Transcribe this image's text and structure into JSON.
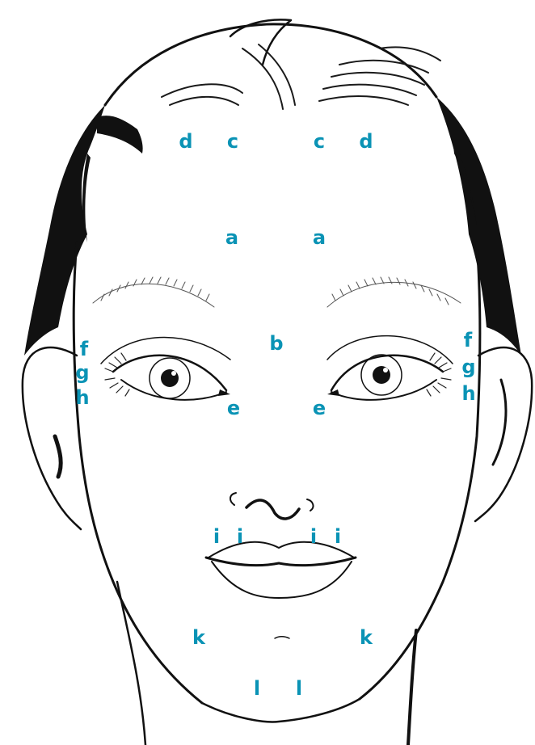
{
  "colors": {
    "label": "#0a93b5",
    "ink": "#111111",
    "background": "#ffffff"
  },
  "labels": {
    "forehead_left": "a",
    "forehead_right": "a",
    "brow_center": "b",
    "upper_forehead_left_inner": "c",
    "upper_forehead_right_inner": "c",
    "upper_forehead_left_outer": "d",
    "upper_forehead_right_outer": "d",
    "under_eye_left": "e",
    "under_eye_right": "e",
    "temple_left_top": "f",
    "temple_left_mid": "g",
    "temple_left_low": "h",
    "temple_right_top": "f",
    "temple_right_mid": "g",
    "temple_right_low": "h",
    "nasolabial_left_outer": "i",
    "nasolabial_left_inner": "i",
    "nasolabial_right_inner": "i",
    "nasolabial_right_outer": "i",
    "marionette_left": "k",
    "marionette_right": "k",
    "chin_left": "l",
    "chin_right": "l"
  }
}
